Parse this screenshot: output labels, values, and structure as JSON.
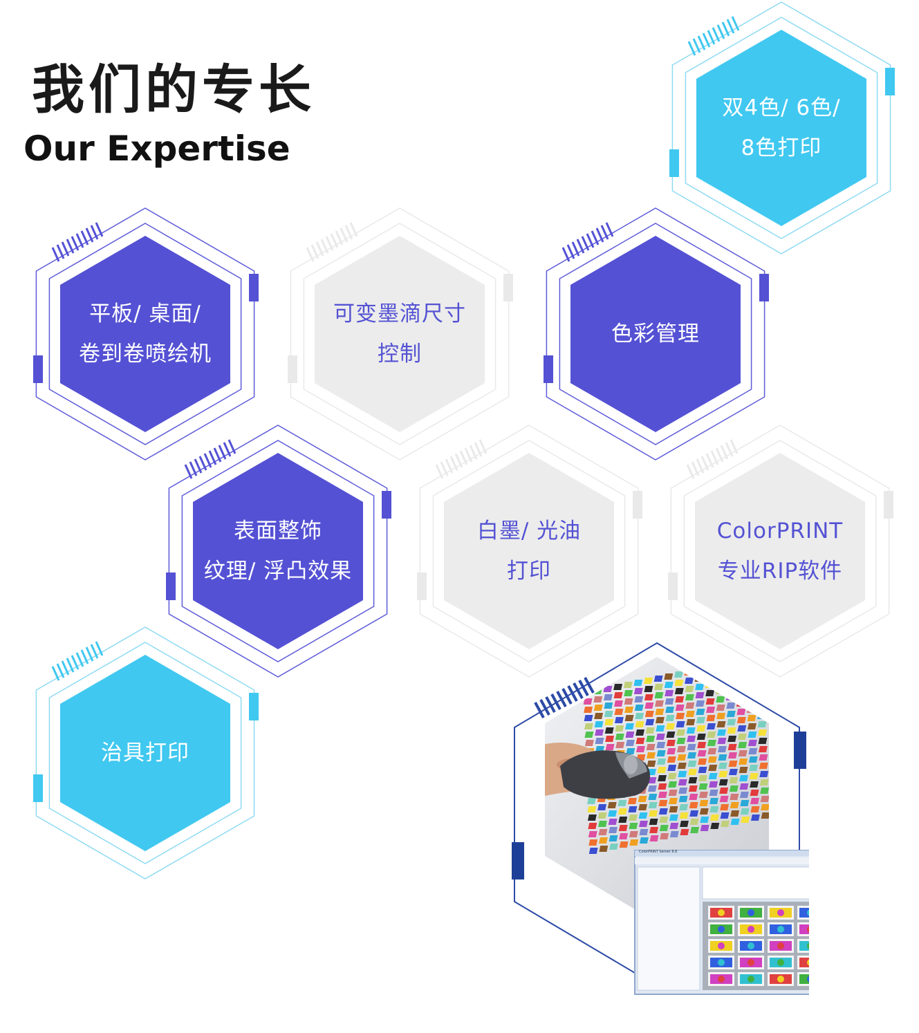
{
  "header": {
    "title_cn": "我们的专长",
    "title_en": "Our Expertise"
  },
  "colors": {
    "purple": "#5451d4",
    "purple_outline": "#5c5ad8",
    "cyan": "#40c8f0",
    "cyan_outline": "#8edaf2",
    "gray": "#ececec",
    "gray_outline": "#e9e9e9",
    "gray_text": "#5452d3"
  },
  "expertise": [
    {
      "style": "cyan",
      "line1": "双4色/ 6色/",
      "line2": "8色打印"
    },
    {
      "style": "purple",
      "line1": "平板/ 桌面/",
      "line2": "卷到卷喷绘机"
    },
    {
      "style": "gray",
      "line1": "可变墨滴尺寸",
      "line2": "控制"
    },
    {
      "style": "purple",
      "line1": "色彩管理",
      "line2": ""
    },
    {
      "style": "purple",
      "line1": "表面整饰",
      "line2": "纹理/ 浮凸效果"
    },
    {
      "style": "gray",
      "line1": "白墨/ 光油",
      "line2": "打印"
    },
    {
      "style": "gray",
      "line1": "ColorPRINT",
      "line2": "专业RIP软件"
    },
    {
      "style": "cyan",
      "line1": "治具打印",
      "line2": ""
    }
  ],
  "photo": {
    "screen_title": "ColorPRINT Server 8.8"
  }
}
